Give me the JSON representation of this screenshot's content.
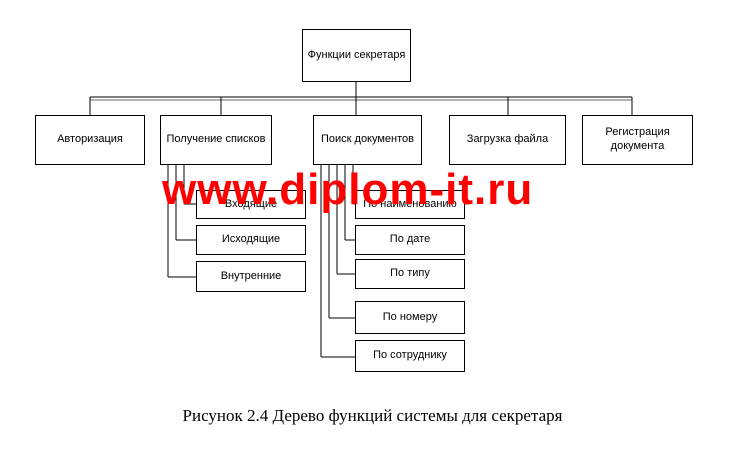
{
  "diagram": {
    "root": {
      "label": "Функции секретаря"
    },
    "children": [
      {
        "label": "Авторизация"
      },
      {
        "label": "Получение списков",
        "children": [
          {
            "label": "Входящие"
          },
          {
            "label": "Исходящие"
          },
          {
            "label": "Внутренние"
          }
        ]
      },
      {
        "label": "Поиск документов",
        "children": [
          {
            "label": "По наименованию"
          },
          {
            "label": "По дате"
          },
          {
            "label": "По типу"
          },
          {
            "label": "По номеру"
          },
          {
            "label": "По сотруднику"
          }
        ]
      },
      {
        "label": "Загрузка файла"
      },
      {
        "label": "Регистрация документа"
      }
    ]
  },
  "watermark": {
    "text": "www.diplom-it.ru",
    "color": "#ff0000"
  },
  "caption": "Рисунок 2.4 Дерево функций системы для секретаря"
}
